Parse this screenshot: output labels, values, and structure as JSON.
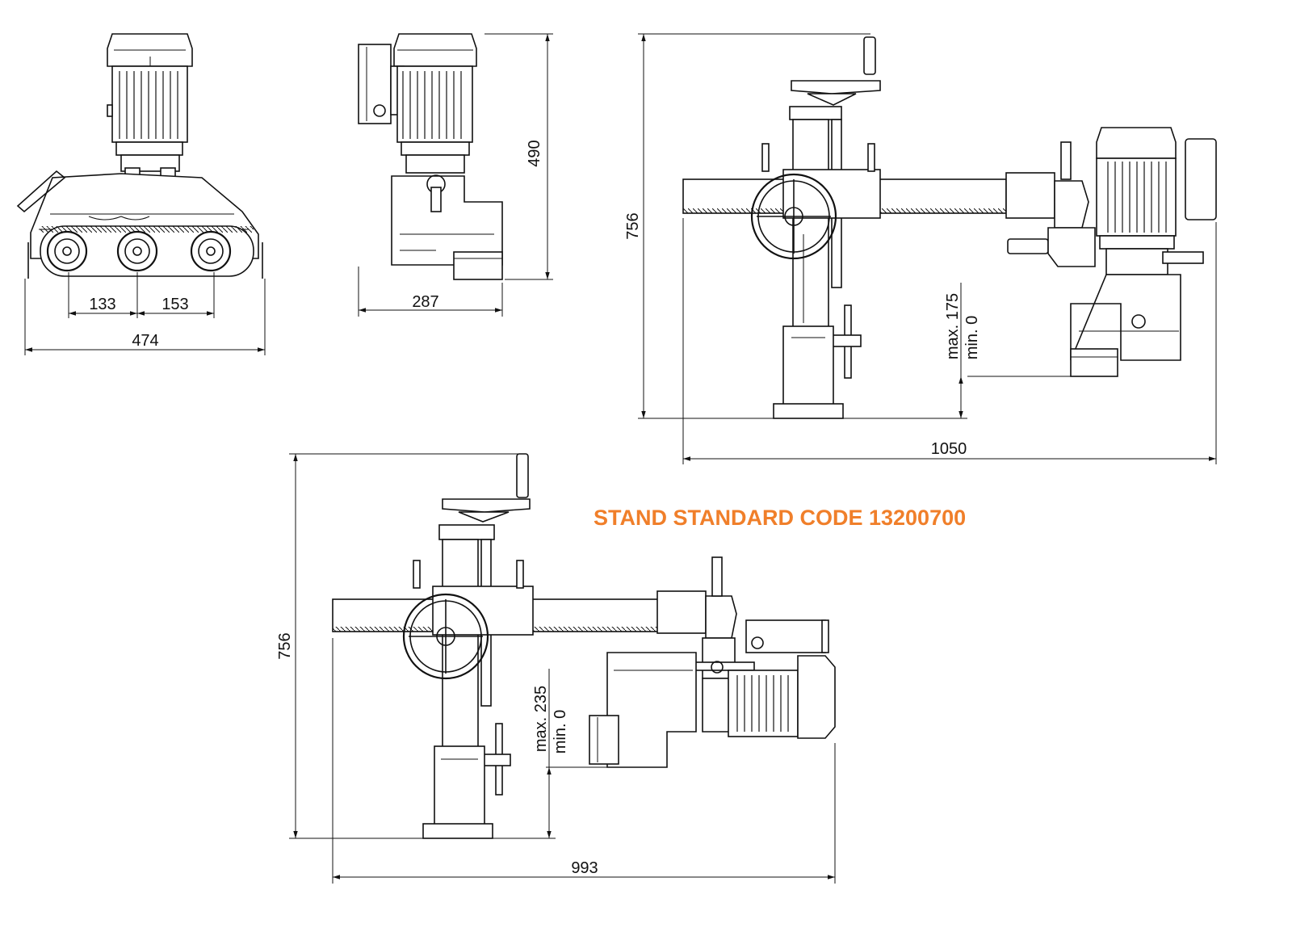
{
  "title": {
    "text": "STAND STANDARD CODE 13200700",
    "color": "#f07f2a"
  },
  "dimensions": {
    "front_spacing_1": "133",
    "front_spacing_2": "153",
    "front_width": "474",
    "side_width": "287",
    "side_height": "490",
    "stand1_height": "756",
    "stand1_width": "1050",
    "stand1_max": "max. 175",
    "stand1_min": "min. 0",
    "stand2_height": "756",
    "stand2_width": "993",
    "stand2_max": "max. 235",
    "stand2_min": "min. 0"
  }
}
